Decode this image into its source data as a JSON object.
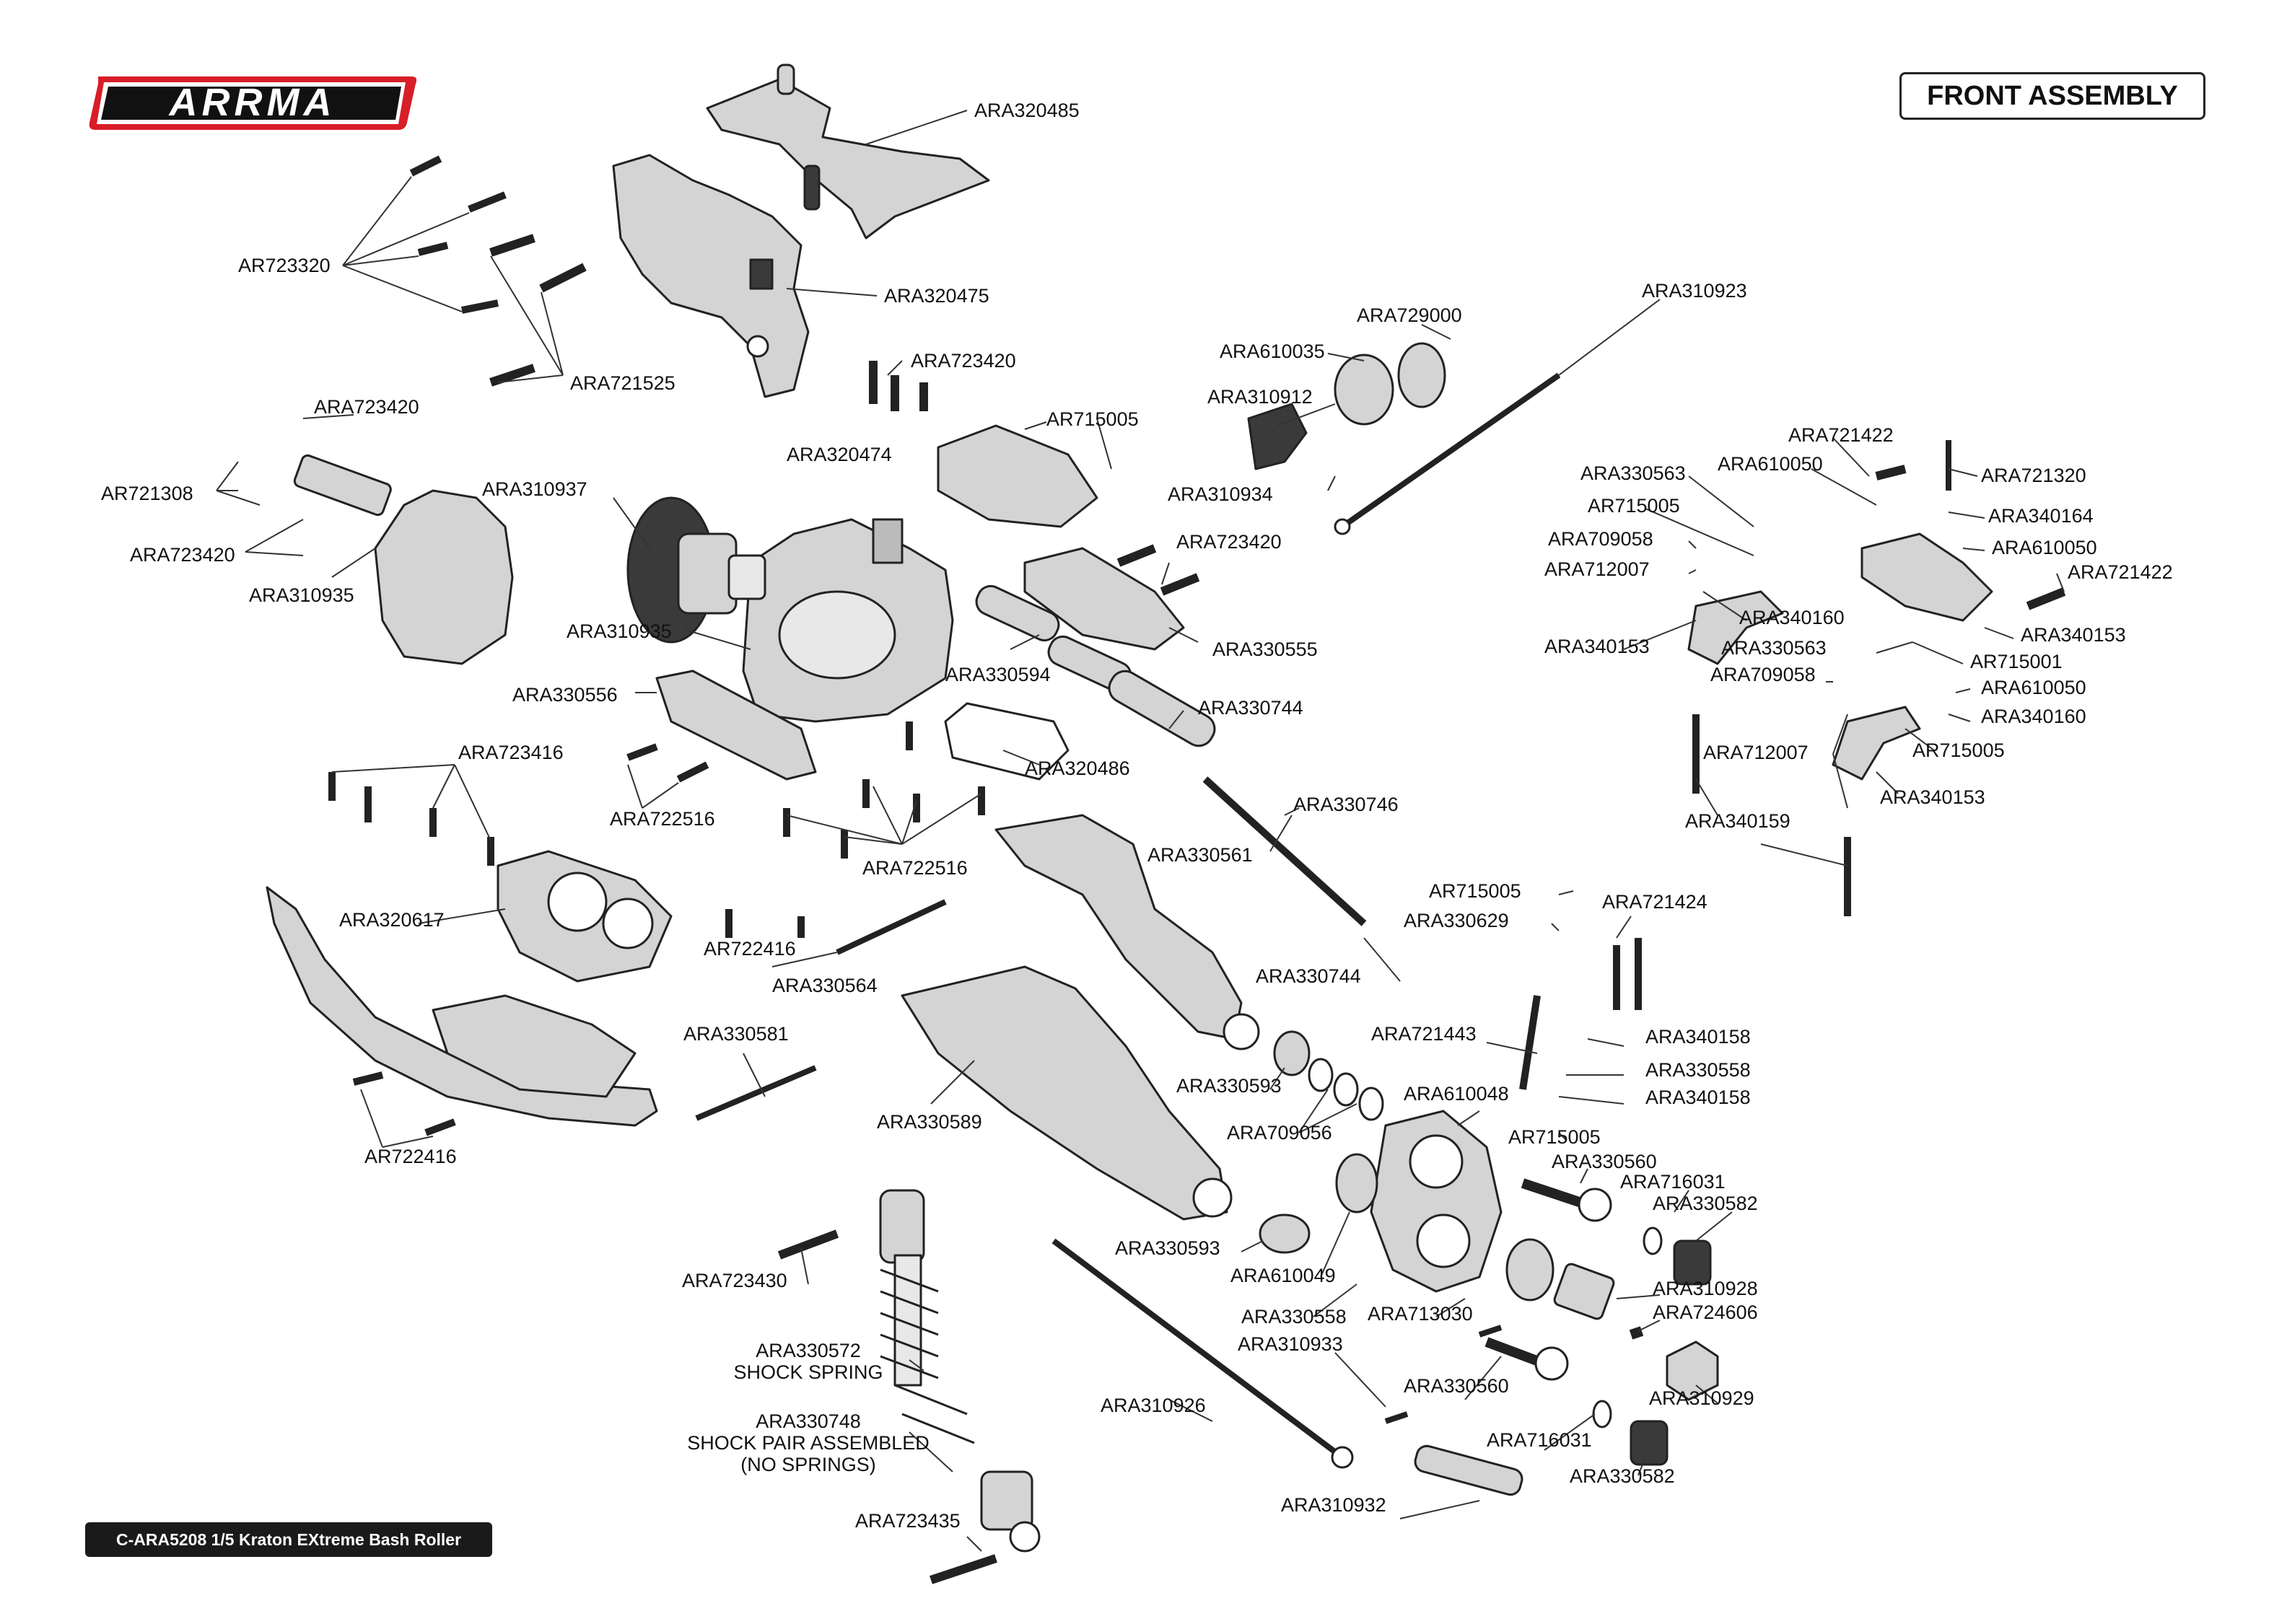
{
  "brand": {
    "logo": "ARRMA",
    "accent": "#d81e28"
  },
  "header": {
    "title": "FRONT ASSEMBLY"
  },
  "footer": {
    "caption": "C-ARA5208 1/5 Kraton EXtreme Bash Roller"
  },
  "colors": {
    "line": "#222222",
    "part_fill": "#cfcfcf",
    "part_dark": "#3a3a3a"
  },
  "labels": [
    "ARA320485",
    "AR723320",
    "ARA320475",
    "ARA721525",
    "ARA723420",
    "ARA320474",
    "AR715005",
    "ARA610035",
    "ARA729000",
    "ARA310912",
    "ARA310934",
    "ARA310923",
    "ARA723420",
    "AR721308",
    "ARA723420",
    "ARA310935",
    "ARA310937",
    "ARA310935",
    "ARA723420",
    "ARA330555",
    "ARA330594",
    "ARA330556",
    "ARA330744",
    "ARA320486",
    "ARA723416",
    "ARA722516",
    "ARA722516",
    "ARA330746",
    "ARA330561",
    "ARA721422",
    "ARA721320",
    "ARA330563",
    "ARA610050",
    "AR715005",
    "ARA340164",
    "ARA709058",
    "ARA610050",
    "ARA712007",
    "ARA721422",
    "ARA340153",
    "ARA340160",
    "ARA340153",
    "ARA330563",
    "AR715001",
    "ARA709058",
    "ARA610050",
    "ARA340160",
    "ARA712007",
    "AR715005",
    "ARA340153",
    "ARA340159",
    "ARA320617",
    "AR722416",
    "ARA330564",
    "ARA330581",
    "ARA330589",
    "AR722416",
    "AR715005",
    "ARA721424",
    "ARA330629",
    "ARA330744",
    "ARA721443",
    "ARA340158",
    "ARA330558",
    "ARA340158",
    "ARA330593",
    "ARA610048",
    "ARA709056",
    "AR715005",
    "ARA330560",
    "ARA716031",
    "ARA330582",
    "ARA723430",
    "ARA330593",
    "ARA610049",
    "ARA310928",
    "ARA724606",
    "ARA330558",
    "ARA713030",
    "ARA310933",
    "ARA330560",
    "ARA310929",
    "ARA310926",
    "ARA716031",
    "ARA330582",
    "ARA723435",
    "ARA310932"
  ],
  "shock_labels": {
    "spring_code": "ARA330572",
    "spring_name": "SHOCK SPRING",
    "shock_code": "ARA330748",
    "shock_name": "SHOCK PAIR ASSEMBLED",
    "shock_note": "(NO SPRINGS)"
  }
}
